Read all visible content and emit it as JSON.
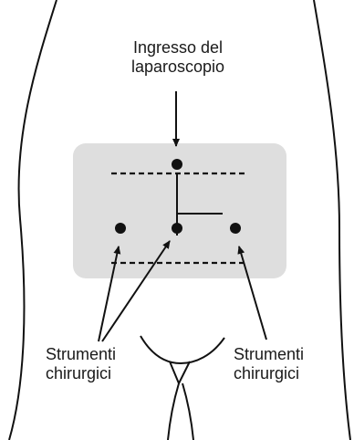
{
  "labels": {
    "laparoscope_entry": [
      "Ingresso del",
      "laparoscopio"
    ],
    "instruments_left": [
      "Strumenti",
      "chirurgici"
    ],
    "instruments_right": [
      "Strumenti",
      "chirurgici"
    ]
  },
  "colors": {
    "ink": "#111111",
    "shaded_area": "#dedede",
    "background": "#ffffff"
  }
}
